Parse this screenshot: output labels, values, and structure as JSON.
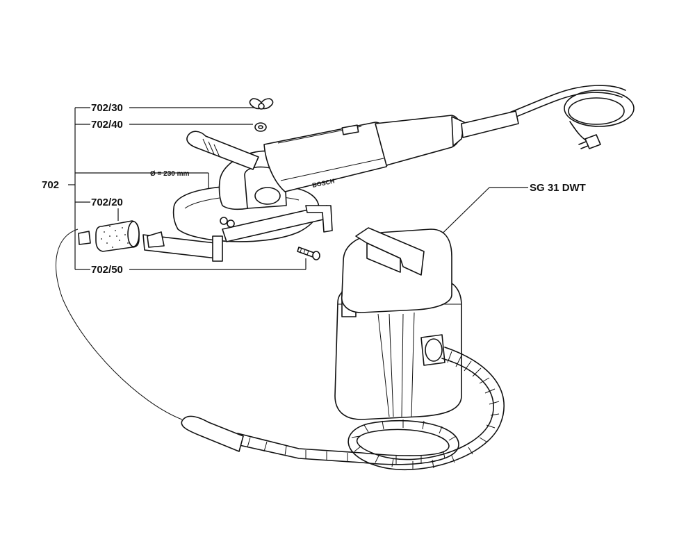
{
  "callouts": {
    "assembly": "702",
    "wing_nut": "702/30",
    "washer": "702/40",
    "dust_collector": "702/20",
    "screw": "702/50",
    "diameter": "Ø = 230 mm",
    "vacuum": "SG 31 DWT"
  },
  "brand_mark": "BOSCH",
  "icons": [
    "angle-grinder",
    "dust-extraction-hood",
    "filter-cartridge",
    "vacuum-unit",
    "suction-hose",
    "power-cord"
  ]
}
